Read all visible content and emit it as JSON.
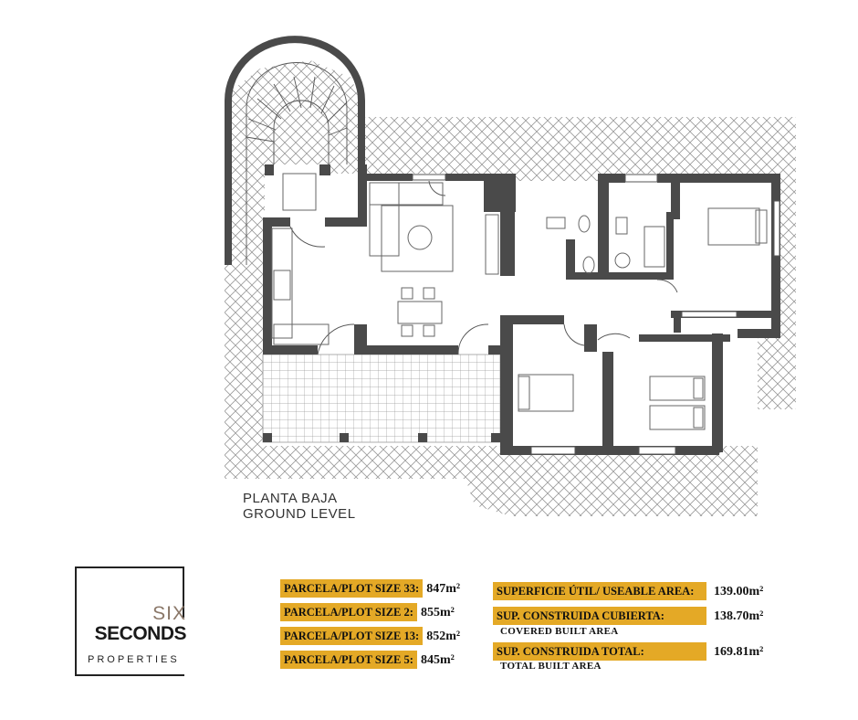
{
  "floorplan": {
    "level_title_es": "PLANTA BAJA",
    "level_title_en": "GROUND LEVEL",
    "colors": {
      "wall": "#4a4a4a",
      "hatch": "#9a9a9a",
      "furniture": "#666666"
    }
  },
  "brand": {
    "line1": "SIX",
    "line2": "SECONDS",
    "line3": "PROPERTIES",
    "accent_color": "#8a7768"
  },
  "specs": {
    "highlight_color": "#e4a926",
    "plots": [
      {
        "label": "PARCELA/PLOT SIZE 33:",
        "value": "847m²"
      },
      {
        "label": "PARCELA/PLOT SIZE 2:",
        "value": "855m²"
      },
      {
        "label": "PARCELA/PLOT SIZE 13:",
        "value": "852m²"
      },
      {
        "label": "PARCELA/PLOT SIZE 5:",
        "value": "845m²"
      }
    ],
    "areas": [
      {
        "label": "SUPERFICIE ÚTIL/ USEABLE AREA:",
        "value": "139.00m²",
        "sublabel": ""
      },
      {
        "label": "SUP. CONSTRUIDA CUBIERTA:",
        "value": "138.70m²",
        "sublabel": "COVERED BUILT AREA"
      },
      {
        "label": "SUP. CONSTRUIDA TOTAL:",
        "value": "169.81m²",
        "sublabel": "TOTAL BUILT AREA"
      }
    ]
  }
}
